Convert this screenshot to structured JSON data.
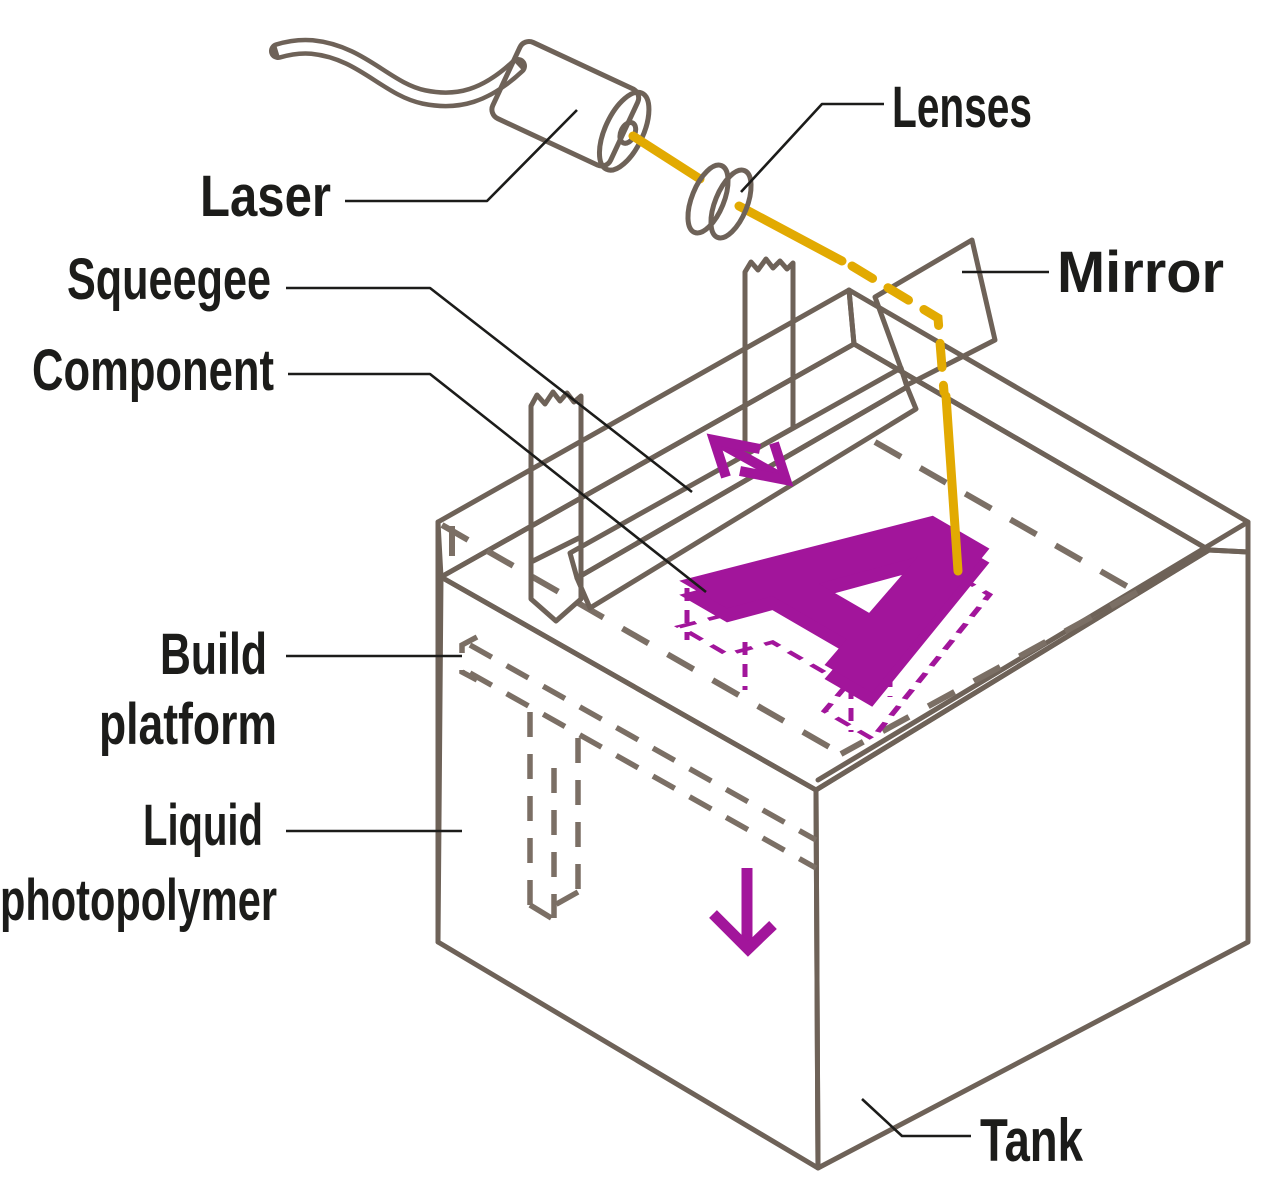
{
  "diagram": {
    "type": "SLA stereolithography 3D printing process diagram",
    "labels": {
      "laser": "Laser",
      "lenses": "Lenses",
      "mirror": "Mirror",
      "squeegee": "Squeegee",
      "component": "Component",
      "build_line1": "Build",
      "build_line2": "platform",
      "liquid_line1": "Liquid",
      "liquid_line2": "photopolymer",
      "tank": "Tank"
    },
    "component_letter": "A",
    "colors": {
      "outline_brown": "#6e6258",
      "liquid_surface_beige": "#ded8cb",
      "liquid_side_taupe": "#a89b92",
      "liquid_side_dark": "#8d8178",
      "dashed_hidden_edge": "#7b6f65",
      "component_purple": "#a2159b",
      "laser_beam_yellow": "#e2aa02",
      "label_text": "#1c1c1a",
      "background": "#ffffff"
    }
  }
}
